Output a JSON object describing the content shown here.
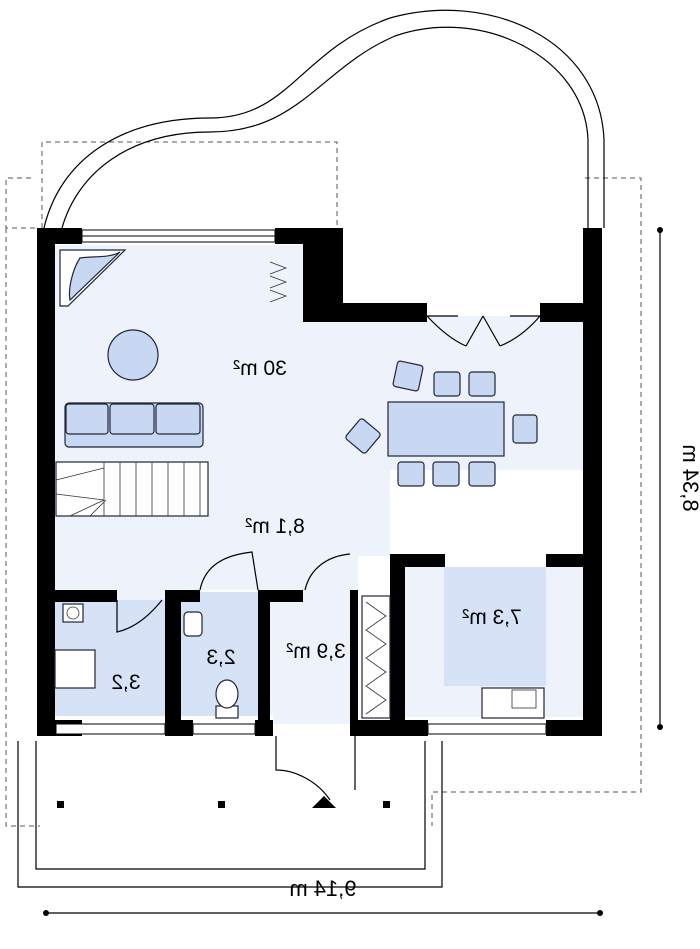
{
  "rooms": {
    "living": "30 m²",
    "hall": "8,1 m²",
    "entry": "3,9 m²",
    "kitchen": "7,3 m²",
    "wc": "2,3",
    "utility": "3,2"
  },
  "dimensions": {
    "width": "9,14 m",
    "depth": "8,34 m"
  },
  "colors": {
    "floor_light": "#eef2fb",
    "floor_blue": "#d6e2f6",
    "furniture": "#c9d8f2",
    "walls": "#000000"
  }
}
